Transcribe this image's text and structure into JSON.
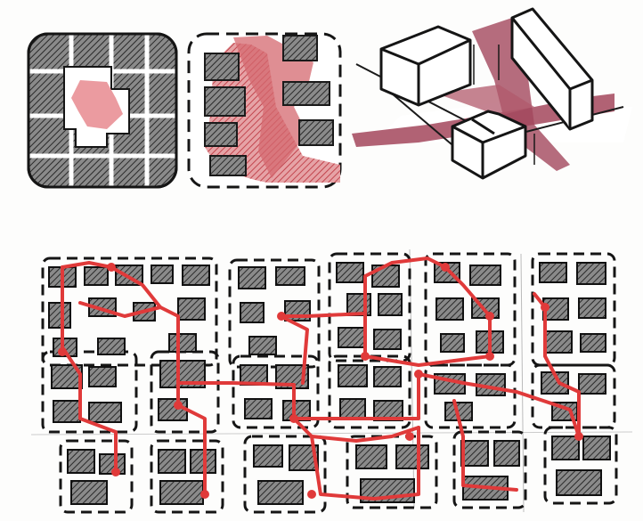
{
  "colors": {
    "paper": "#fdfdfc",
    "ink": "#1a1a1a",
    "hatch": "#5a5a5a",
    "red": "#e03a3a",
    "maroon": "#a8485c",
    "rose": "#d07f86"
  },
  "panels": [
    {
      "key": "closed-block",
      "description_icon": "enclosed-courtyard-block"
    },
    {
      "key": "open-block",
      "description_icon": "permeable-block-with-red-passage"
    },
    {
      "key": "isometric",
      "description_icon": "isometric-buildings-with-shadow-path"
    }
  ],
  "network": {
    "key": "urban-fabric-plan",
    "path_icon": "red-pedestrian-network"
  }
}
